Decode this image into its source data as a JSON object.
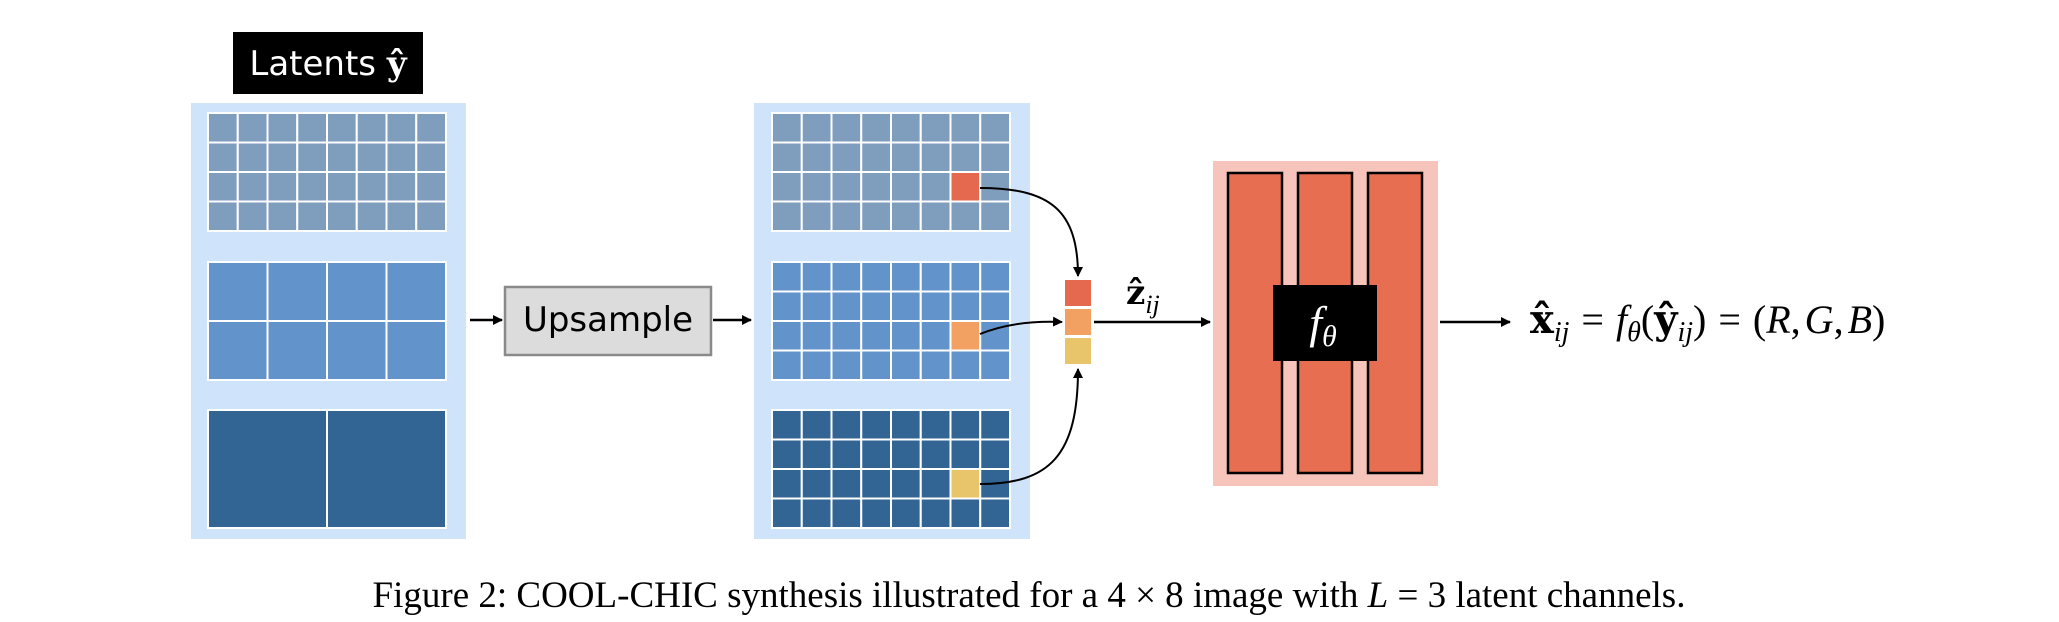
{
  "latents_label": {
    "prefix": "Latents ",
    "symbol": "ŷ"
  },
  "upsample_label": "Upsample",
  "z_label": {
    "symbol": "ẑ",
    "subscript": "ij"
  },
  "f_label": {
    "symbol": "f",
    "subscript": "θ"
  },
  "equation": {
    "lhs_symbol": "x̂",
    "lhs_sub": "ij",
    "eq1": "=",
    "f": "f",
    "f_sub": "θ",
    "open": "(",
    "arg_symbol": "ŷ",
    "arg_sub": "ij",
    "close": ")",
    "eq2": "=",
    "rgb_open": "(",
    "r": "R",
    "comma1": ",",
    "g": "G",
    "comma2": ",",
    "b": "B",
    "rgb_close": ")"
  },
  "caption": {
    "prefix": "Figure 2: COOL-CHIC synthesis illustrated for a ",
    "dims": "4 × 8",
    "middle": " image with ",
    "var": "L",
    "eq": " = 3",
    "suffix": " latent channels."
  },
  "colors": {
    "panel_bg": "#cfe4fb",
    "grid_light": "#7f9dbd",
    "grid_mid": "#6393cb",
    "grid_dark": "#336594",
    "cell_red": "#e4694e",
    "cell_orange": "#f2a163",
    "cell_yellow": "#e8c46b",
    "net_bg": "#f6c4bb",
    "net_bar": "#e76e51",
    "label_bg": "#000000",
    "upsample_fill": "#dcdcdc",
    "upsample_stroke": "#8a8a8a"
  }
}
